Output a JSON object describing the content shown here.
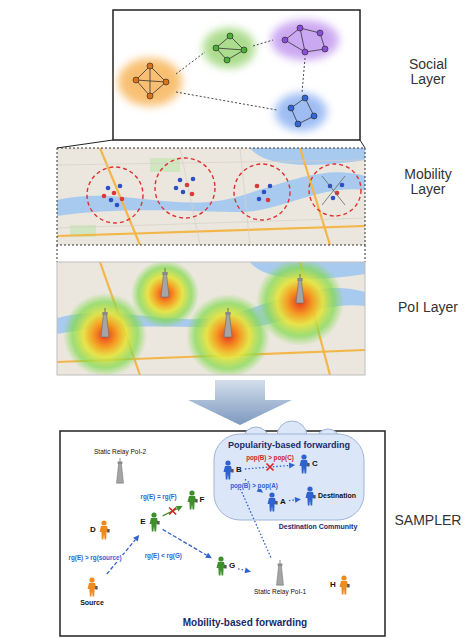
{
  "diagram": {
    "nodes": [
      {
        "text": [
          "Static Relay PoI-2"
        ]
      },
      {
        "text": [
          "Popularity-based forwarding"
        ]
      },
      {
        "text": [
          "B"
        ],
        "in": 1
      },
      {
        "text": [
          "C"
        ],
        "in": 1
      },
      {
        "text": [
          "Destination"
        ],
        "in": 1
      },
      {
        "text": [
          "A"
        ],
        "in": 1
      },
      {
        "text": [
          "F"
        ]
      },
      {
        "text": [
          "D"
        ]
      },
      {
        "text": [
          "E"
        ]
      },
      {
        "text": [
          "G"
        ]
      },
      {
        "text": [
          "Static Relay PoI-1"
        ]
      },
      {
        "text": [
          "Source"
        ]
      },
      {
        "text": [
          "H"
        ]
      }
    ],
    "edges": [
      {
        "from": 11,
        "to": 8,
        "label": "rg(E) > rg(source)",
        "arrow": "to"
      },
      {
        "from": 8,
        "to": 6,
        "label": "rg(E) = rg(F)",
        "arrow": "to"
      },
      {
        "from": 8,
        "to": 9,
        "label": "rg(E) < rg(G)",
        "arrow": "to"
      },
      {
        "from": 9,
        "to": 10,
        "arrow": "to"
      },
      {
        "from": 10,
        "to": 2,
        "arrow": "to"
      },
      {
        "from": 2,
        "to": 3,
        "label": "pop(B) > pop(C)",
        "arrow": "to"
      },
      {
        "from": 2,
        "to": 5,
        "label": "pop(B) > pop(A)",
        "arrow": "to"
      },
      {
        "from": 5,
        "to": 4,
        "arrow": "to"
      }
    ],
    "labels": [
      "Social Layer",
      "Mobility Layer",
      "PoI Layer",
      "SAMPLER",
      "Destination Community",
      "Mobility-based forwarding"
    ]
  }
}
